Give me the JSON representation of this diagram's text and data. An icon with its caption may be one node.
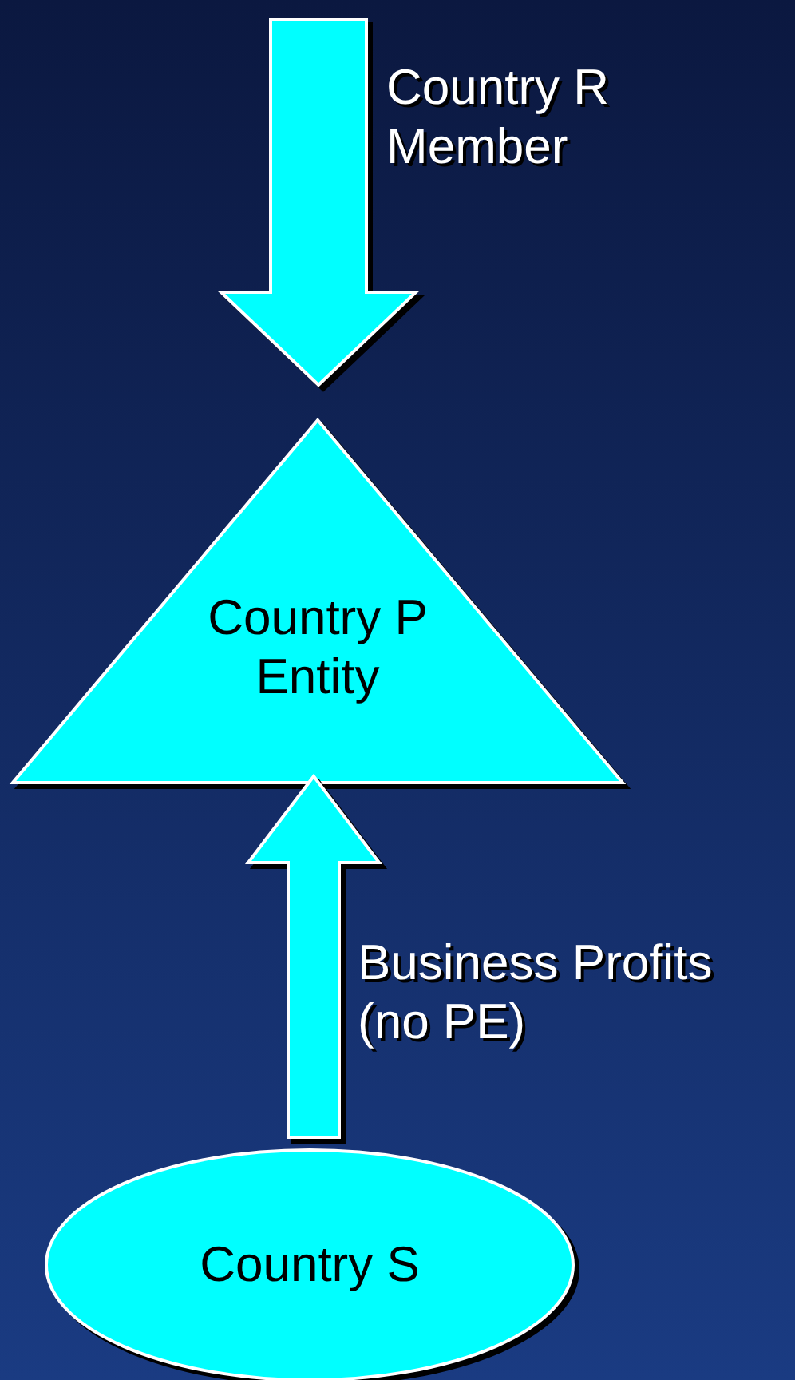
{
  "diagram": {
    "nodes": [
      {
        "text": [
          "Country P Entity"
        ]
      },
      {
        "text": [
          "Country S"
        ]
      }
    ],
    "edges": [
      {
        "from": null,
        "to": 0,
        "arrow": "to",
        "label": "Country R Member",
        "style": "thick"
      },
      {
        "from": 1,
        "to": 0,
        "arrow": "to",
        "label": "Business Profits (no PE)",
        "style": "thick"
      }
    ]
  }
}
